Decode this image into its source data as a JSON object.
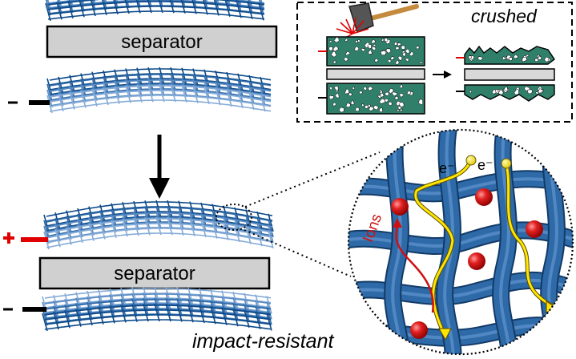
{
  "top_stack": {
    "separator_label": "separator"
  },
  "bottom_stack": {
    "separator_label": "separator",
    "caption": "impact-resistant"
  },
  "inset": {
    "caption": "crushed"
  },
  "zoom": {
    "ion_label": "Ions",
    "electron_label_1": "e⁻",
    "electron_label_2": "e⁻"
  },
  "colors": {
    "mesh_dark": "#1f5f9e",
    "mesh_light": "#9fc4e6",
    "fiber": "#2f6aa8",
    "fiber_edge": "#123a66",
    "electron_path": "#ffe600",
    "ion": "#e01b1b",
    "separator_fill": "#d0d0d0",
    "electrode_green": "#2f7f6a",
    "positive": "#e00000",
    "negative": "#000000"
  }
}
